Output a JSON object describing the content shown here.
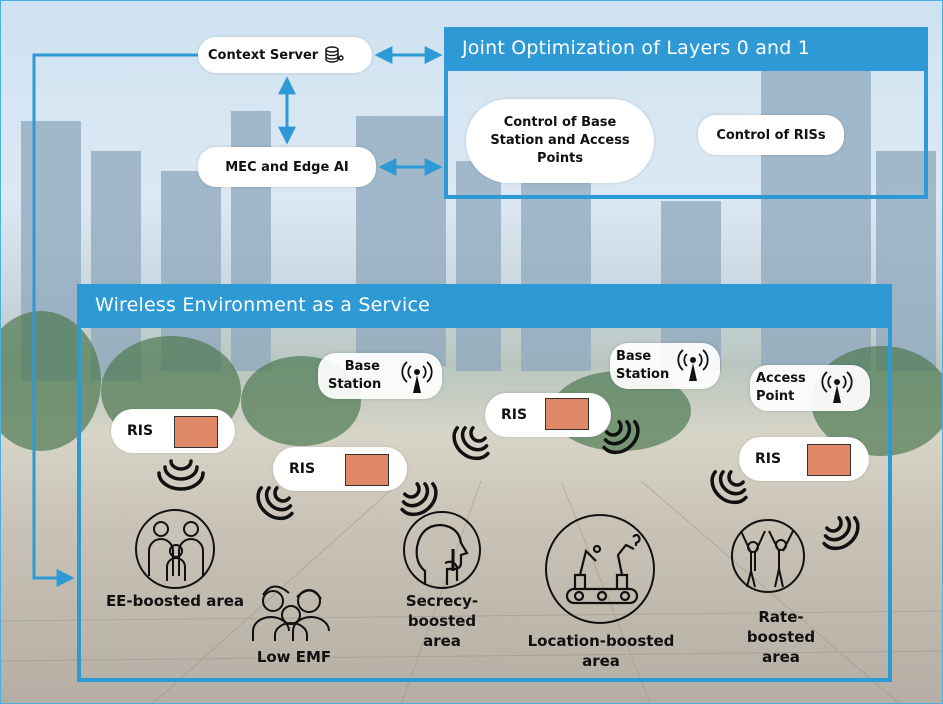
{
  "colors": {
    "accent": "#2e9ad5",
    "ris_tile": "#e08968"
  },
  "context_server": {
    "label": "Context Server",
    "icon": "database-icon"
  },
  "mec": {
    "label": "MEC and Edge AI"
  },
  "joint": {
    "title": "Joint Optimization of Layers 0 and 1",
    "bs_control": "Control of Base Station and Access Points",
    "ris_control": "Control of RISs"
  },
  "wireless": {
    "title": "Wireless Environment as a Service",
    "base_station_1": "Base Station",
    "base_station_2": "Base Station",
    "access_point": "Access Point",
    "ris_label": "RIS",
    "areas": {
      "ee": "EE-boosted area",
      "low_emf": "Low EMF",
      "secrecy": "Secrecy-boosted area",
      "location": "Location-boosted area",
      "rate": "Rate-boosted area"
    }
  }
}
